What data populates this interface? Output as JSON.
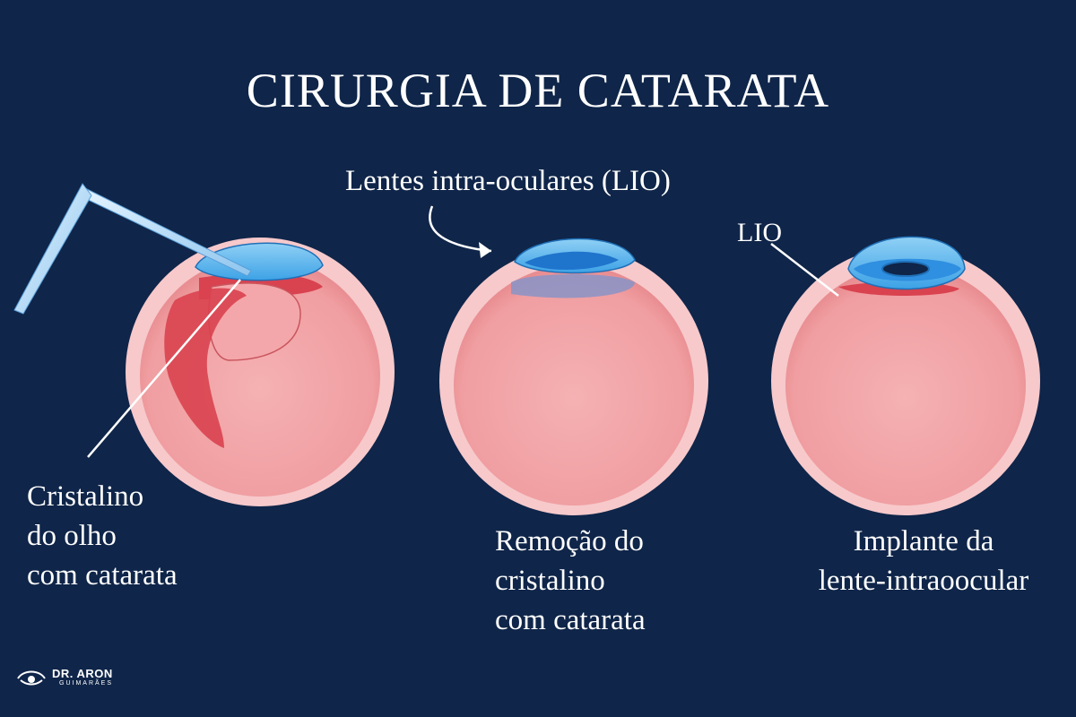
{
  "title": "CIRURGIA DE CATARATA",
  "labels": {
    "lio_full": "Lentes intra-oculares (LIO)",
    "lio_short": "LIO",
    "step1": [
      "Cristalino",
      "do olho",
      "com catarata"
    ],
    "step2": [
      "Remoção do",
      "cristalino",
      "com catarata"
    ],
    "step3": [
      "Implante da",
      "lente-intraoocular"
    ]
  },
  "logo": {
    "name": "DR. ARON",
    "sub": "GUIMARÃES"
  },
  "colors": {
    "background": "#0f2549",
    "eye_outer": "#f4c2c4",
    "eye_inner": "#f2a3a5",
    "lens_blue": "#2f8fe0",
    "cataract_red": "#d9424f"
  }
}
